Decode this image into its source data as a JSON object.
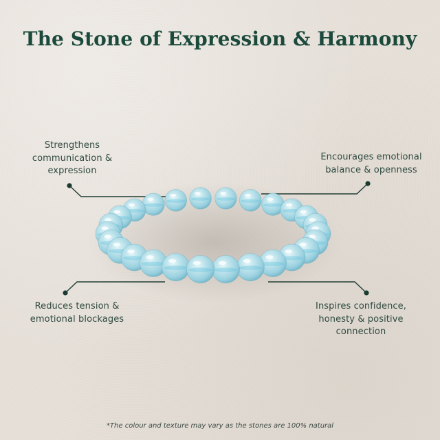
{
  "header": {
    "title": "The Stone of Expression & Harmony"
  },
  "features": {
    "top_left": {
      "lines": [
        "Strengthens",
        "communication &",
        "expression"
      ]
    },
    "top_right": {
      "lines": [
        "Encourages emotional",
        "balance & openness"
      ]
    },
    "bottom_left": {
      "lines": [
        "Reduces tension &",
        "emotional blockages"
      ]
    },
    "bottom_right": {
      "lines": [
        "Inspires confidence,",
        "honesty & positive",
        "connection"
      ]
    }
  },
  "product": {
    "name": "aquamarine-bead-bracelet",
    "bead_color": "#a9d8e3",
    "bead_highlight": "#e4f6f9",
    "bead_shadow": "#6fb3c6",
    "string_color": "#5cc0dc"
  },
  "colors": {
    "background": "#e6e0d9",
    "title": "#1b4a3c",
    "text": "#2f4a40",
    "leader_line": "#1f3d33"
  },
  "footnote": {
    "text": "*The colour and texture may vary as the stones are 100% natural"
  }
}
